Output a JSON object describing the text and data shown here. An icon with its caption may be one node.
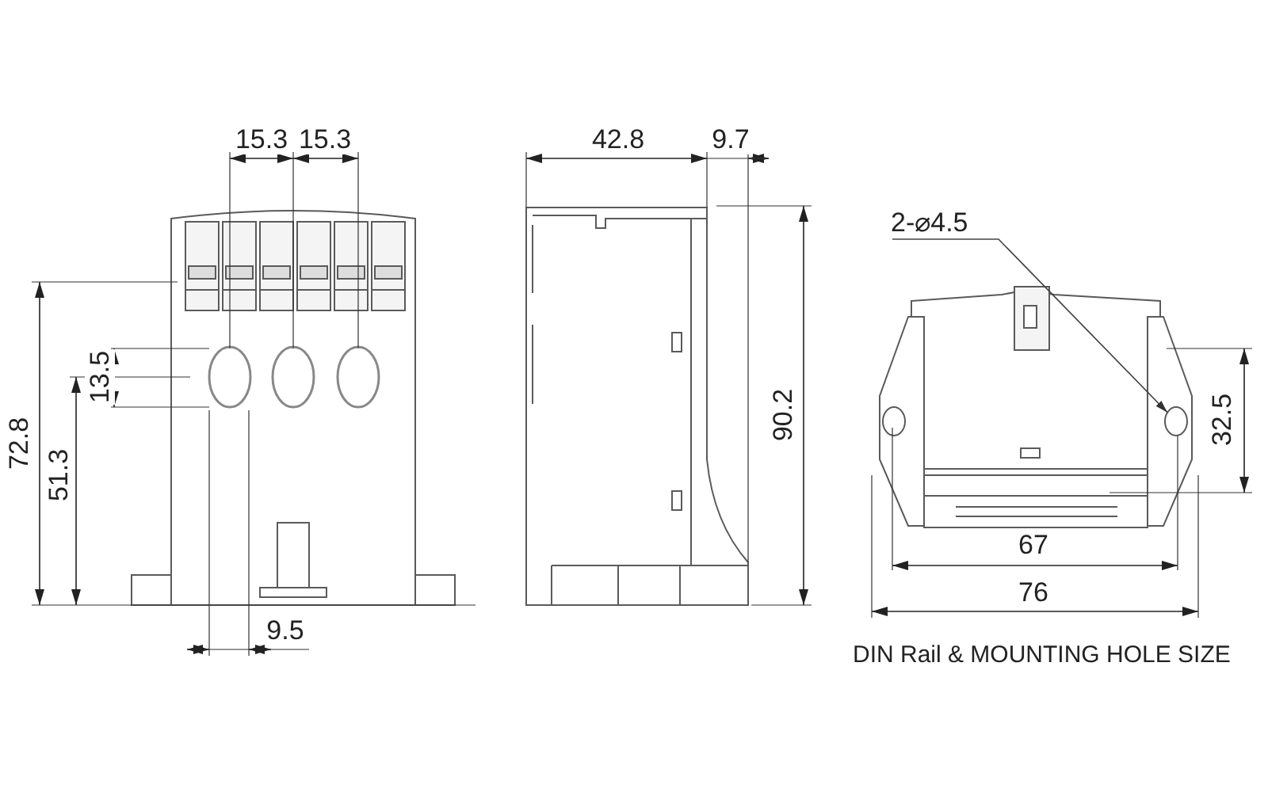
{
  "diagram": {
    "caption": "DIN Rail & MOUNTING HOLE SIZE",
    "nodes": [
      {
        "text": [
          "2-⌀4.5"
        ]
      },
      {
        "text": [],
        "shape": "circle"
      }
    ],
    "edges": [
      {
        "from": 0,
        "to": 1,
        "arrow": "to"
      }
    ],
    "labels": [
      "15.3",
      "15.3",
      "42.8",
      "9.7",
      "13.5",
      "90.2",
      "32.5",
      "72.8",
      "51.3",
      "67",
      "9.5",
      "76"
    ]
  }
}
